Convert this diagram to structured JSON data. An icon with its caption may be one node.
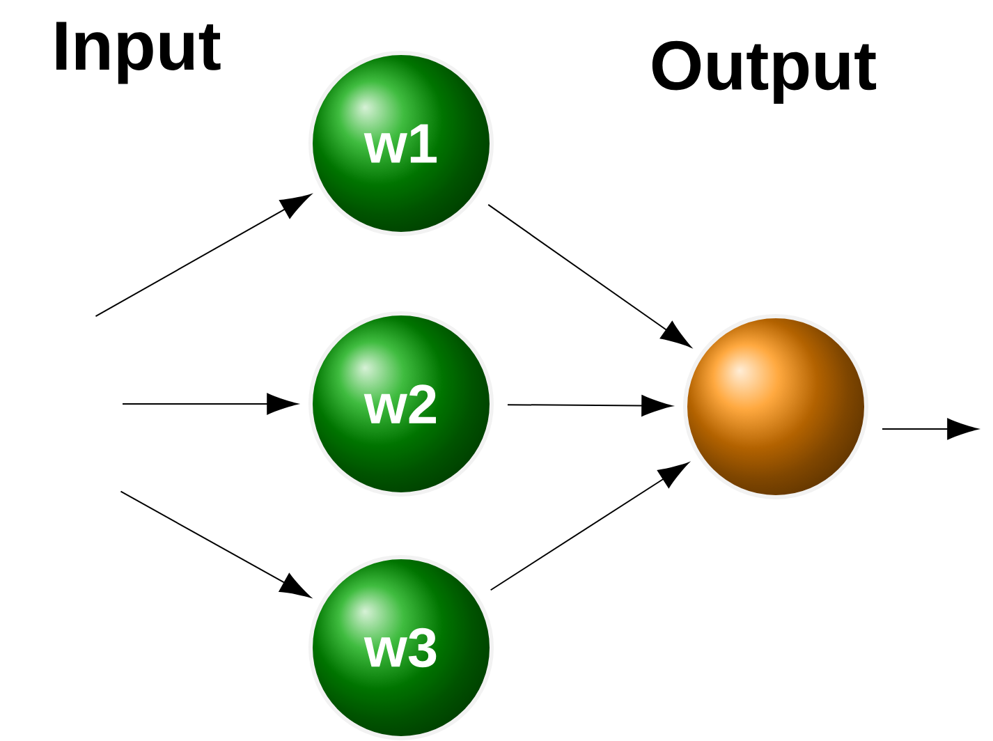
{
  "diagram": {
    "nodes": [
      {
        "text": [
          "w1"
        ]
      },
      {
        "text": [
          "w2"
        ]
      },
      {
        "text": [
          "w3"
        ]
      },
      {
        "text": [],
        "shape": "circle"
      }
    ],
    "edges": [
      {
        "from": null,
        "to": 0,
        "arrow": "to"
      },
      {
        "from": null,
        "to": 1,
        "arrow": "to"
      },
      {
        "from": null,
        "to": 2,
        "arrow": "to"
      },
      {
        "from": 0,
        "to": 3,
        "arrow": "to"
      },
      {
        "from": 1,
        "to": 3,
        "arrow": "to"
      },
      {
        "from": 2,
        "to": 3,
        "arrow": "to"
      },
      {
        "from": 3,
        "to": null,
        "arrow": "to"
      }
    ],
    "labels": [
      "Input",
      "Output"
    ]
  }
}
